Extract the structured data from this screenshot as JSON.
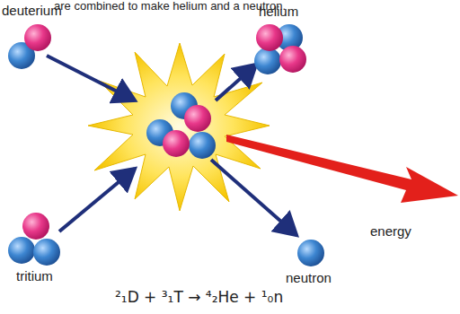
{
  "diagram": {
    "labels": [
      "are combined to make helium and a neutron.",
      "deuterium",
      "helium",
      "tritium",
      "neutron",
      "energy",
      "²₁D + ³₁T → ⁴₂He + ¹₀n"
    ]
  }
}
